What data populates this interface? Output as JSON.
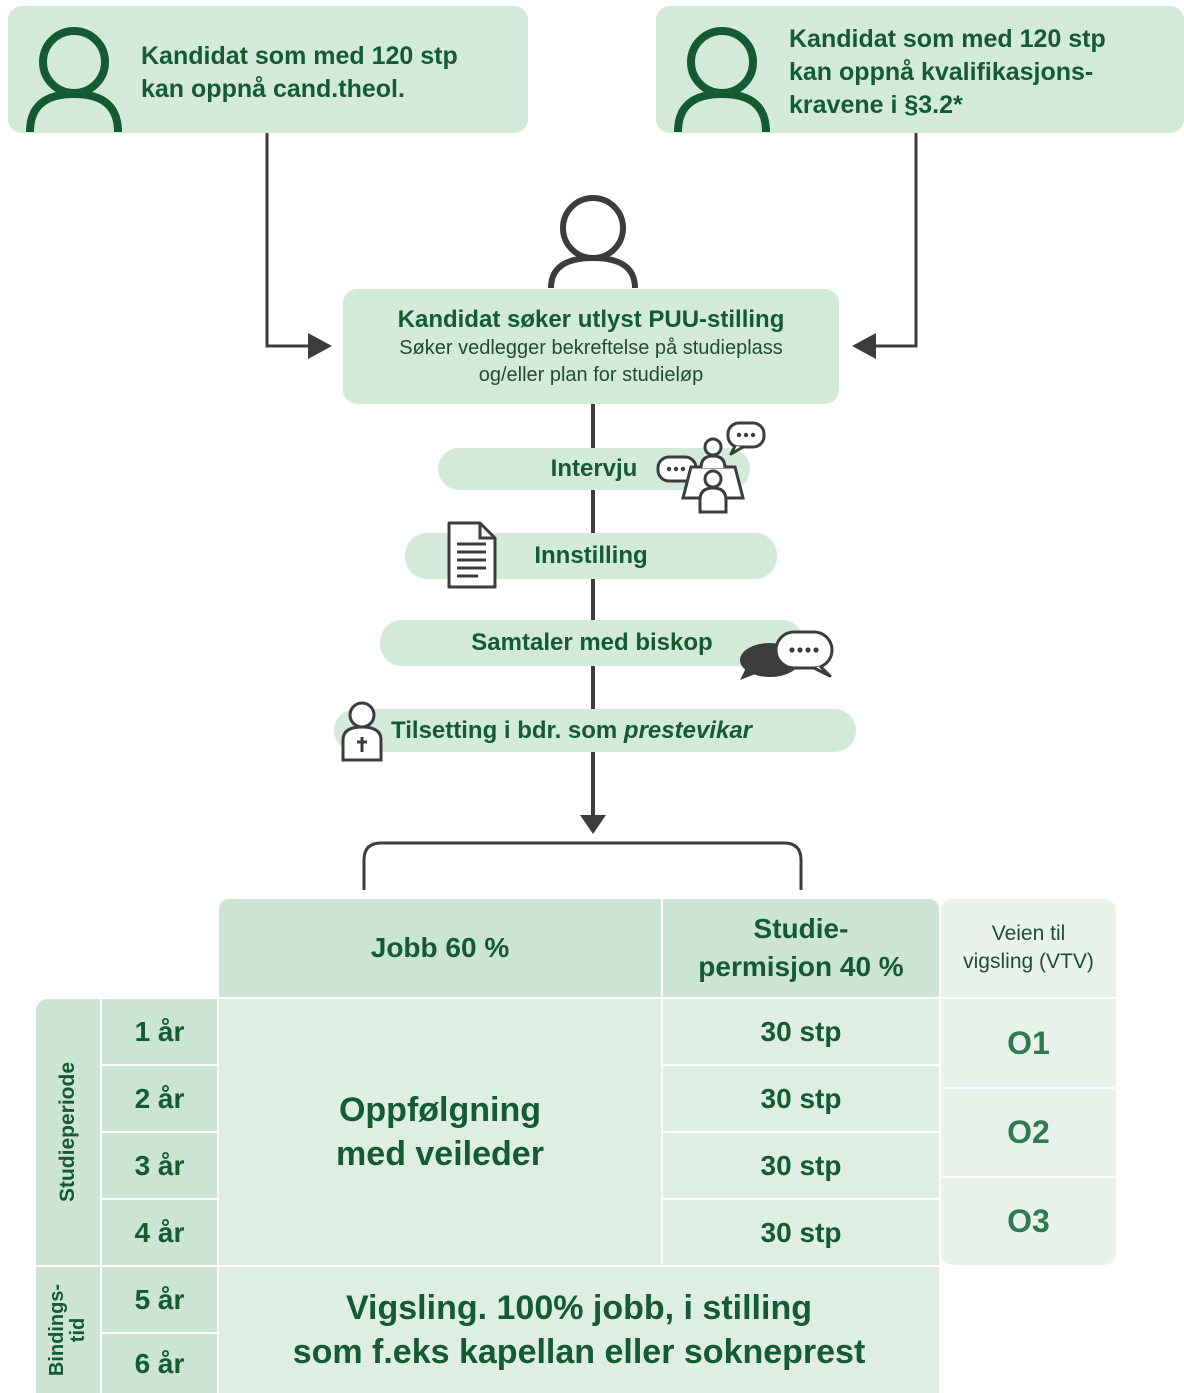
{
  "top_left": {
    "text_line1": "Kandidat som med 120 stp",
    "text_line2": "kan oppnå cand.theol."
  },
  "top_right": {
    "text_line1": "Kandidat som med 120 stp",
    "text_line2": "kan oppnå kvalifikasjons-",
    "text_line3": "kravene i §3.2*"
  },
  "main_box": {
    "title": "Kandidat søker utlyst PUU-stilling",
    "sub_line1": "Søker vedlegger bekreftelse på studieplass",
    "sub_line2": "og/eller plan for studieløp"
  },
  "steps": {
    "intervju": "Intervju",
    "innstilling": "Innstilling",
    "samtaler": "Samtaler med biskop",
    "tilsetting_prefix": "Tilsetting i bdr. som ",
    "tilsetting_italic": "prestevikar"
  },
  "table": {
    "header_jobb": "Jobb 60 %",
    "header_studie_line1": "Studie-",
    "header_studie_line2": "permisjon 40 %",
    "header_vtv_line1": "Veien til",
    "header_vtv_line2": "vigsling (VTV)",
    "side_studieperiode": "Studieperiode",
    "side_bindingstid_line1": "Bindings-",
    "side_bindingstid_line2": "tid",
    "years": [
      "1 år",
      "2 år",
      "3 år",
      "4 år",
      "5 år",
      "6 år"
    ],
    "stp": [
      "30 stp",
      "30 stp",
      "30 stp",
      "30 stp"
    ],
    "oppfolging_line1": "Oppfølgning",
    "oppfolging_line2": "med veileder",
    "vtv": [
      "O1",
      "O2",
      "O3"
    ],
    "vigsling_line1": "Vigsling. 100% jobb, i stilling",
    "vigsling_line2": "som f.eks kapellan eller sokneprest"
  },
  "colors": {
    "green_dark": "#145a33",
    "green_light": "#d3eadb",
    "gray_line": "#3c3c3c"
  }
}
